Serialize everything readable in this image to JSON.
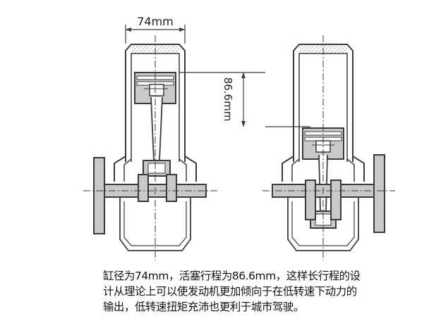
{
  "diagram": {
    "bore_label": "74mm",
    "stroke_label": "86.6mm"
  },
  "caption": {
    "lines": [
      "缸径为74mm，活塞行程为86.6mm，这样长行程的设",
      "计从理论上可以使发动机更加倾向于在低转速下动力的",
      "输出，低转速扭矩充沛也更利于城市驾驶。"
    ]
  },
  "colors": {
    "line": "#3a3a3a",
    "fill": "#c9c9c9",
    "background": "#ffffff",
    "text": "#111111"
  }
}
